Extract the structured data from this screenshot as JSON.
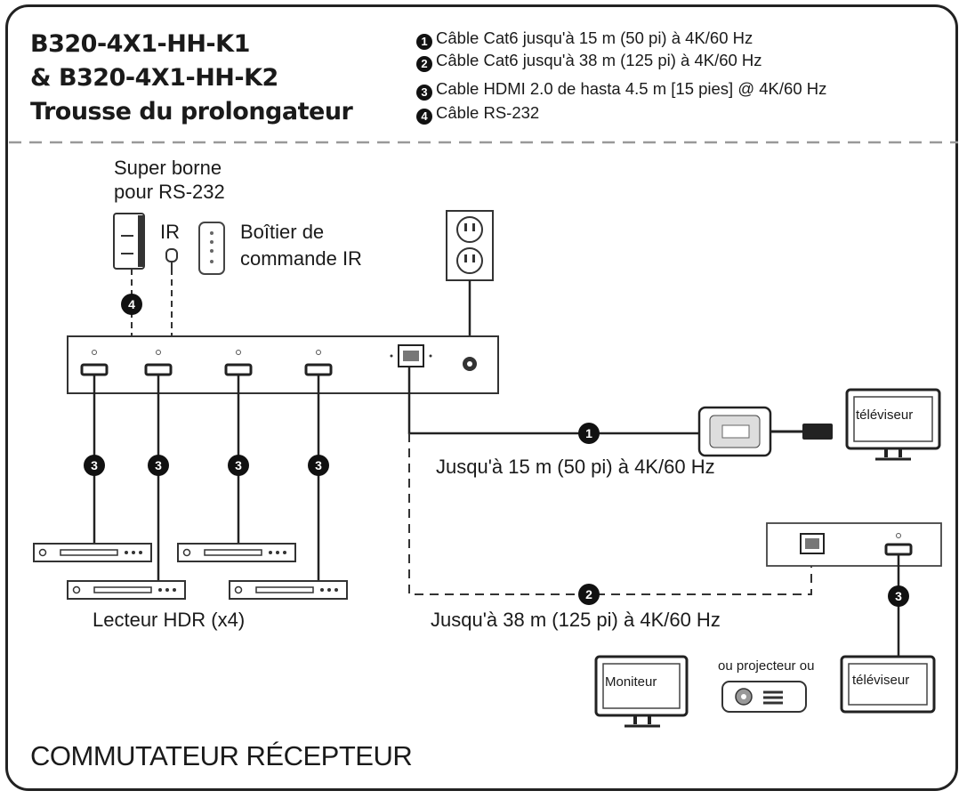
{
  "header": {
    "title_line1": "B320-4X1-HH-K1",
    "title_line2": "& B320-4X1-HH-K2",
    "title_line3": "Trousse du prolongateur"
  },
  "legend": [
    {
      "num": "1",
      "text": "Câble Cat6 jusqu'à 15 m (50 pi) à 4K/60 Hz"
    },
    {
      "num": "2",
      "text": "Câble Cat6 jusqu'à 38 m (125 pi) à 4K/60 Hz"
    },
    {
      "num": "3",
      "text": "Cable HDMI 2.0 de hasta 4.5 m [15 pies] @ 4K/60 Hz"
    },
    {
      "num": "4",
      "text": "Câble RS-232"
    }
  ],
  "labels": {
    "rs232_line1": "Super borne",
    "rs232_line2": "pour RS-232",
    "ir": "IR",
    "ir_box_line1": "Boîtier de",
    "ir_box_line2": "commande IR",
    "run1": "Jusqu'à 15 m (50 pi) à 4K/60 Hz",
    "run2": "Jusqu'à 38 m (125 pi) à 4K/60 Hz",
    "players": "Lecteur HDR (x4)",
    "tv1": "téléviseur",
    "tv2": "téléviseur",
    "monitor": "Moniteur",
    "projector": "ou projecteur ou",
    "footer": "COMMUTATEUR RÉCEPTEUR"
  },
  "badges": {
    "b1": "1",
    "b2": "2",
    "b3": "3",
    "b4": "4"
  }
}
